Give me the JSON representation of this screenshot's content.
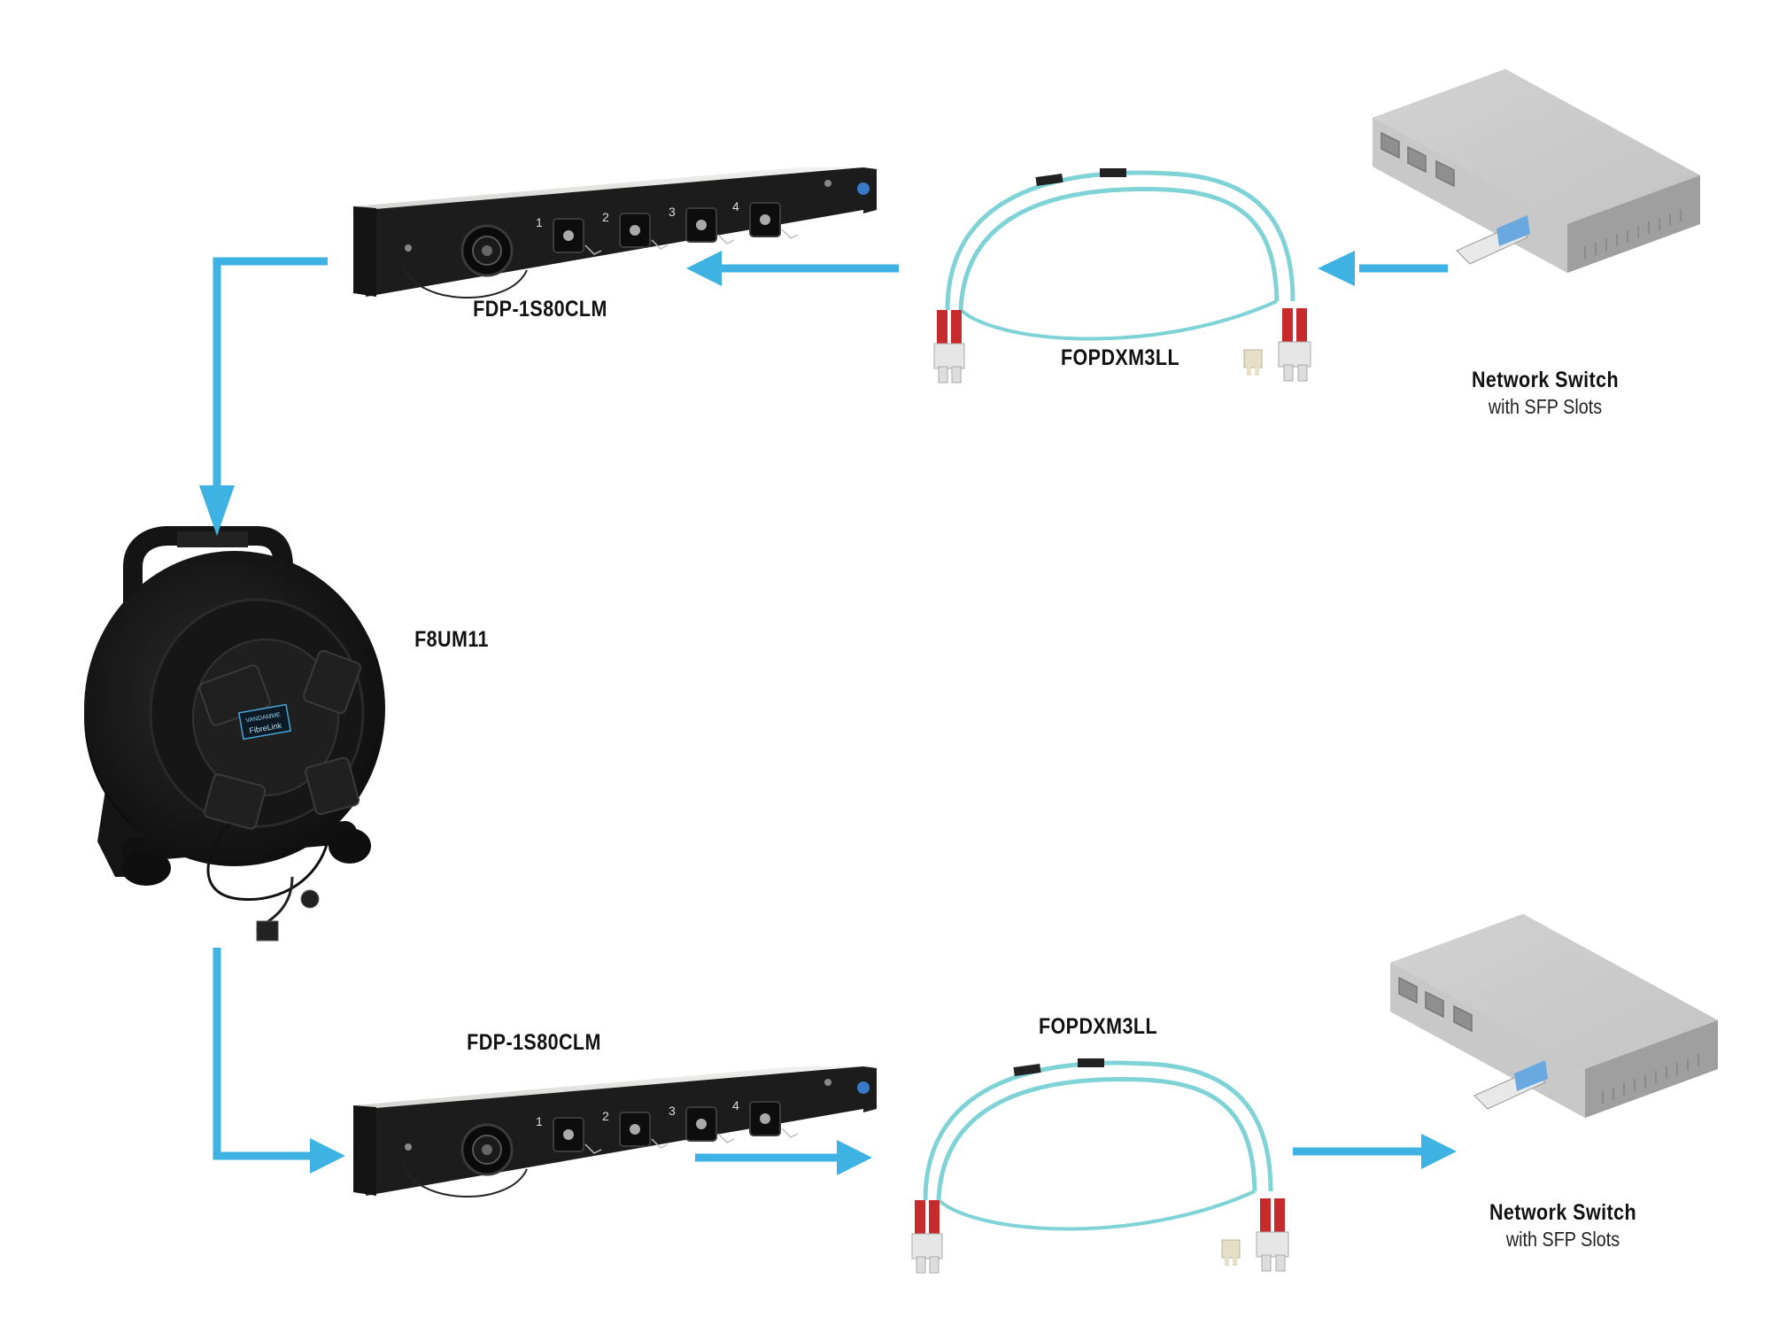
{
  "labels": {
    "panel_top": "FDP-1S80CLM",
    "cable_top": "FOPDXM3LL",
    "switch_top_title": "Network Switch",
    "switch_top_sub": "with SFP Slots",
    "reel": "F8UM11",
    "panel_bottom": "FDP-1S80CLM",
    "cable_bottom": "FOPDXM3LL",
    "switch_bottom_title": "Network Switch",
    "switch_bottom_sub": "with SFP Slots"
  },
  "panel_ports": [
    "1",
    "2",
    "3",
    "4"
  ],
  "reel_badge": {
    "brand": "VANDAMME",
    "product": "FibreLink"
  },
  "colors": {
    "arrow": "#3eb3e3",
    "cable": "#7fd3d6",
    "panel_body": "#1c1c1c",
    "panel_top": "#e4e4e2",
    "switch": "#bfbfbf",
    "reel": "#1a1a1a",
    "connector_red": "#c62a2a"
  },
  "icons": [
    "arrow-left-icon",
    "arrow-right-icon",
    "arrow-down-icon"
  ]
}
